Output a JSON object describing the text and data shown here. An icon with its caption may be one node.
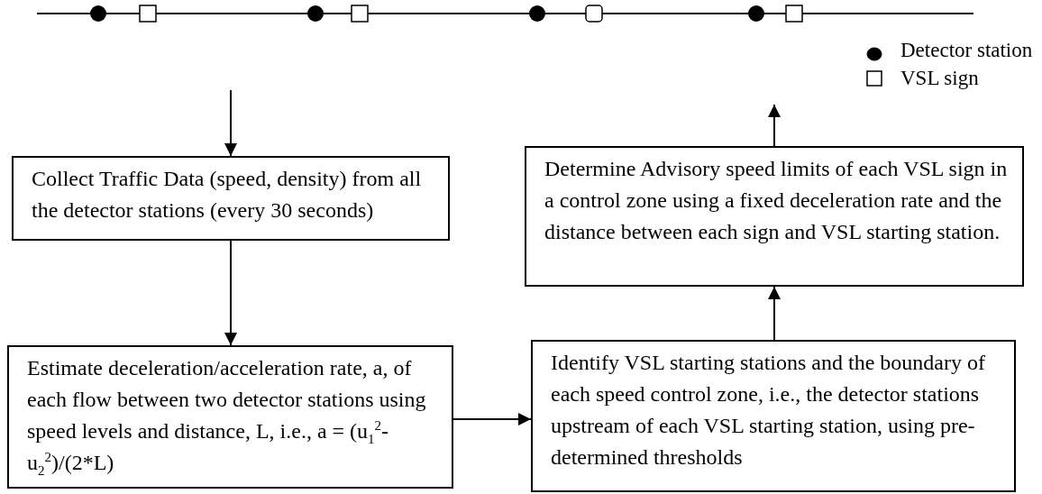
{
  "diagram": {
    "nodes": [
      {
        "text": [
          "Collect Traffic Data (speed, density) from all the detector stations (every 30 seconds)"
        ]
      },
      {
        "text": [
          "Estimate deceleration/acceleration rate, a, of each flow between two detector stations using speed levels and distance, L, i.e., a = (u$_{1}$$^{2}$-u$_{2}$$^{2}$)/(2*L)"
        ]
      },
      {
        "text": [
          "Identify VSL starting stations and the boundary of each speed control zone, i.e.,  the detector stations upstream of each VSL starting station, using pre-determined thresholds"
        ]
      },
      {
        "text": [
          "Determine Advisory speed limits of each VSL sign in a control zone using a fixed deceleration rate and the distance between each sign and VSL starting station."
        ]
      }
    ],
    "edges": [
      {
        "from": null,
        "to": 0,
        "arrow": "to"
      },
      {
        "from": 0,
        "to": 1,
        "arrow": "to"
      },
      {
        "from": 1,
        "to": 2,
        "arrow": "to"
      },
      {
        "from": 2,
        "to": 3,
        "arrow": "to"
      },
      {
        "from": 3,
        "to": null,
        "arrow": "to"
      }
    ],
    "legend": [
      {
        "text": "Detector station"
      },
      {
        "text": "VSL sign"
      }
    ]
  }
}
